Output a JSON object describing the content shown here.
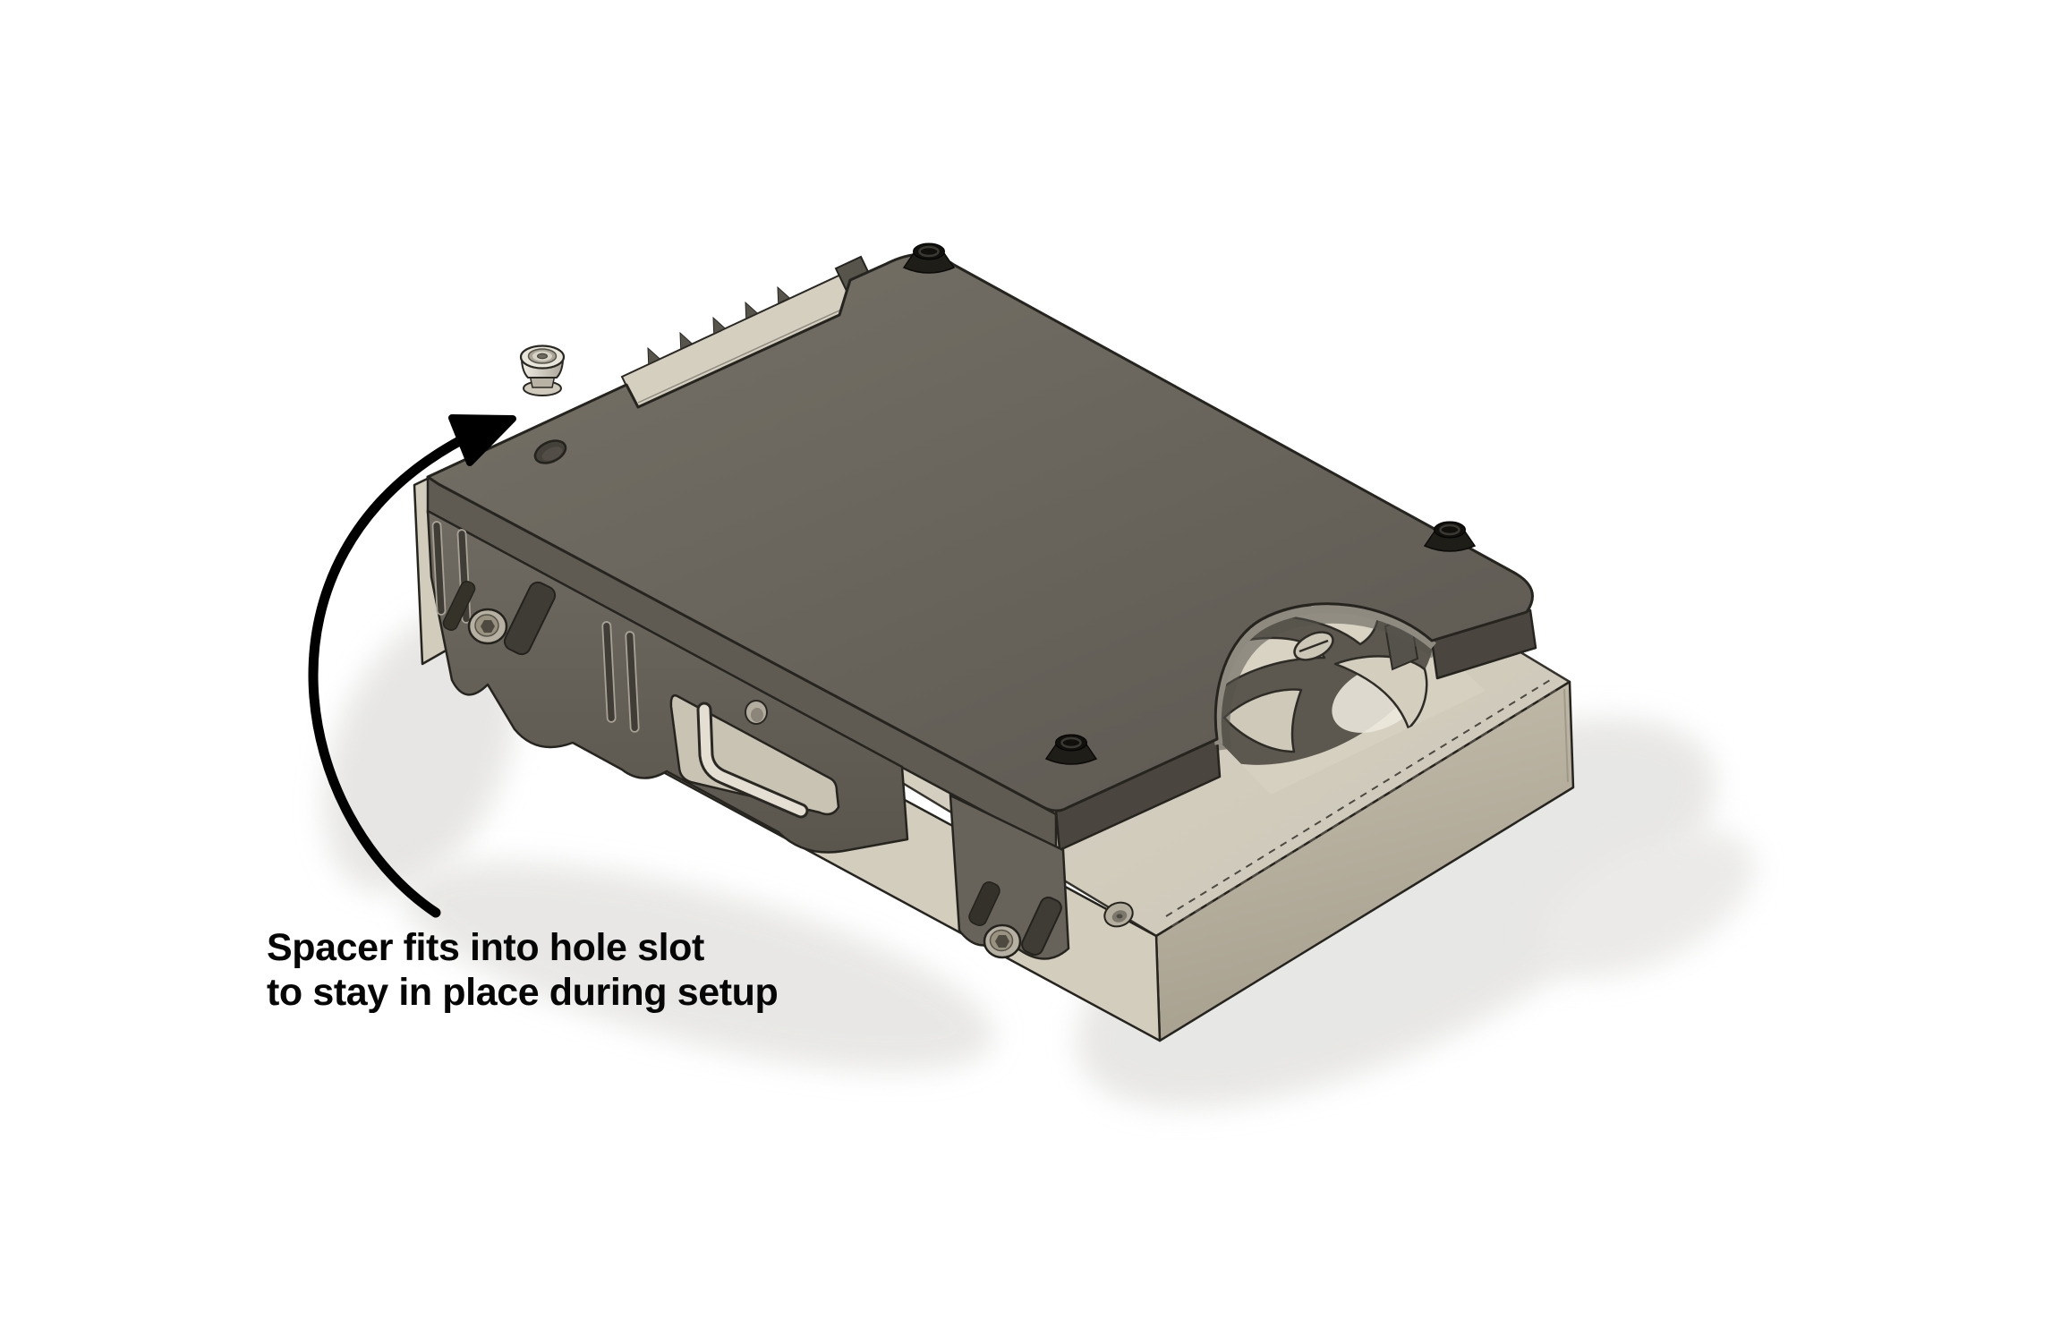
{
  "annotation": {
    "line1": "Spacer fits into hole slot",
    "line2": "to stay in place during setup",
    "text_color": "#060606",
    "arrow_color": "#000000"
  },
  "scene": {
    "background": "#ffffff",
    "view": "isometric-cad-render",
    "parts": [
      {
        "name": "spacer",
        "color": "#e8e5da"
      },
      {
        "name": "adapter-top-plate",
        "color": "#6a665f"
      },
      {
        "name": "drive-enclosure",
        "color": "#cfc9ba"
      },
      {
        "name": "cooling-fan",
        "color": "#d9d3c4"
      },
      {
        "name": "sata-connector",
        "color": "#d5cfc0"
      },
      {
        "name": "black-button-screws",
        "count": 3,
        "color": "#1f1d18"
      },
      {
        "name": "silver-clip-screws",
        "count": 2,
        "color": "#b6b0a3"
      }
    ],
    "outline_color": "#26241e"
  }
}
